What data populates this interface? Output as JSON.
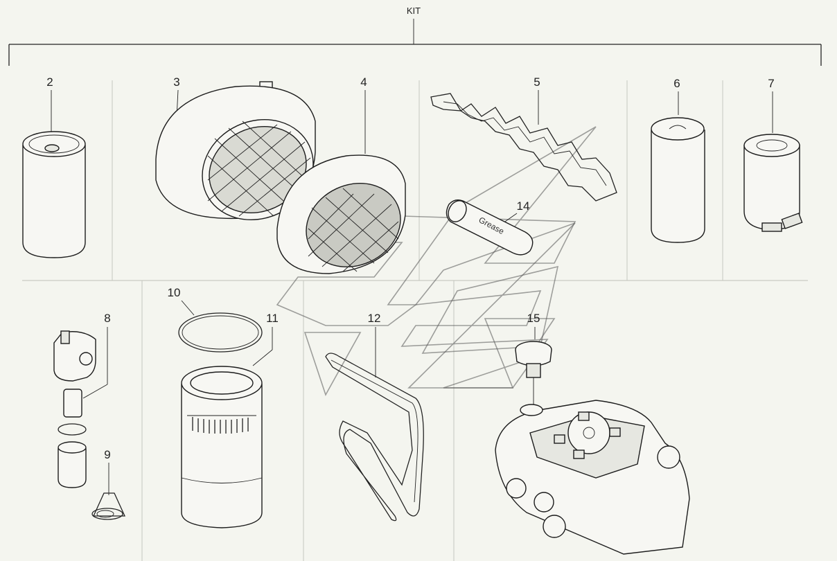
{
  "header": {
    "kit_label": "KIT"
  },
  "callouts": {
    "c2": "2",
    "c3": "3",
    "c4": "4",
    "c5": "5",
    "c6": "6",
    "c7": "7",
    "c8": "8",
    "c9": "9",
    "c10": "10",
    "c11": "11",
    "c12": "12",
    "c14": "14",
    "c15": "15"
  },
  "parts": {
    "grease_label": "Grease"
  }
}
